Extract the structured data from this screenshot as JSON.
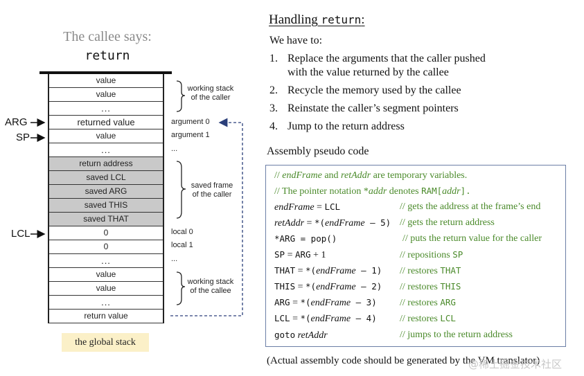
{
  "left_title": "The callee says:",
  "left_command": "return",
  "stack_cells": [
    "value",
    "value",
    "...",
    "returned value",
    "value",
    "...",
    "return address",
    "saved LCL",
    "saved ARG",
    "saved THIS",
    "saved THAT",
    "0",
    "0",
    "...",
    "value",
    "value",
    "...",
    "return value"
  ],
  "pointers": {
    "arg": "ARG",
    "sp": "SP",
    "lcl": "LCL"
  },
  "side_labels": {
    "argument0": "argument 0",
    "argument1": "argument 1",
    "dots1": "...",
    "local0": "local 0",
    "local1": "local 1",
    "dots2": "..."
  },
  "brace_labels": {
    "caller_stack_1": "working stack",
    "caller_stack_2": "of the caller",
    "frame_1": "saved frame",
    "frame_2": "of the caller",
    "callee_stack_1": "working stack",
    "callee_stack_2": "of the callee"
  },
  "global_stack": "the global stack",
  "heading_prefix": "Handling ",
  "heading_code": "return",
  "heading_suffix": ":",
  "intro": "We have to:",
  "steps": [
    {
      "num": "1.",
      "line1": "Replace the arguments that the caller pushed",
      "line2": "with the value returned by the callee"
    },
    {
      "num": "2.",
      "line1": "Recycle the memory used by the callee"
    },
    {
      "num": "3.",
      "line1": "Reinstate the caller’s segment pointers"
    },
    {
      "num": "4.",
      "line1": "Jump to the return address"
    }
  ],
  "asm_title": "Assembly pseudo code",
  "code": {
    "c1a": "// ",
    "c1b": "endFrame",
    "c1c": " and ",
    "c1d": "retAddr",
    "c1e": " are temporary variables.",
    "c2a": "// The pointer notation *",
    "c2b": "addr",
    "c2c": " denotes ",
    "c2d": "RAM[",
    "c2e": "addr",
    "c2f": "].",
    "l1a": "endFrame",
    "l1b": " = ",
    "l1c": "LCL",
    "l1m": "// gets the address at the frame’s end",
    "l2a": "retAddr",
    "l2b": " = ",
    "l2c": "*(",
    "l2d": "endFrame",
    "l2e": " – 5)",
    "l2m": "// gets the return address",
    "l3a": "*ARG = pop()",
    "l3m": "// puts the return value for the caller",
    "l4a": "SP",
    "l4b": " = ",
    "l4c": "ARG",
    "l4d": " + 1",
    "l4m1": "// repositions ",
    "l4m2": "SP",
    "l5a": "THAT",
    "l5b": " = ",
    "l5c": "*(",
    "l5d": "endFrame",
    "l5e": " – 1)",
    "l5m1": "// restores ",
    "l5m2": "THAT",
    "l6a": "THIS",
    "l6b": " = ",
    "l6c": "*(",
    "l6d": "endFrame",
    "l6e": " – 2)",
    "l6m1": "// restores ",
    "l6m2": "THIS",
    "l7a": "ARG",
    "l7b": " = ",
    "l7c": "*(",
    "l7d": "endFrame",
    "l7e": " – 3)",
    "l7m1": "// restores ",
    "l7m2": "ARG",
    "l8a": "LCL",
    "l8b": " = ",
    "l8c": "*(",
    "l8d": "endFrame",
    "l8e": " – 4)",
    "l8m1": "// restores ",
    "l8m2": "LCL",
    "l9a": "goto",
    "l9b": " retAddr",
    "l9m": "// jumps to the return address"
  },
  "footnote": "(Actual assembly code should be generated by the VM translator)",
  "watermark": "@稀土掘金技术社区",
  "colors": {
    "comment": "#4a8a2a",
    "frame_gray": "#c9c9c9",
    "global_stack_bg": "#fbf0c8",
    "arrow_blue": "#2a3f7a",
    "box_border": "#6b7ea6"
  }
}
